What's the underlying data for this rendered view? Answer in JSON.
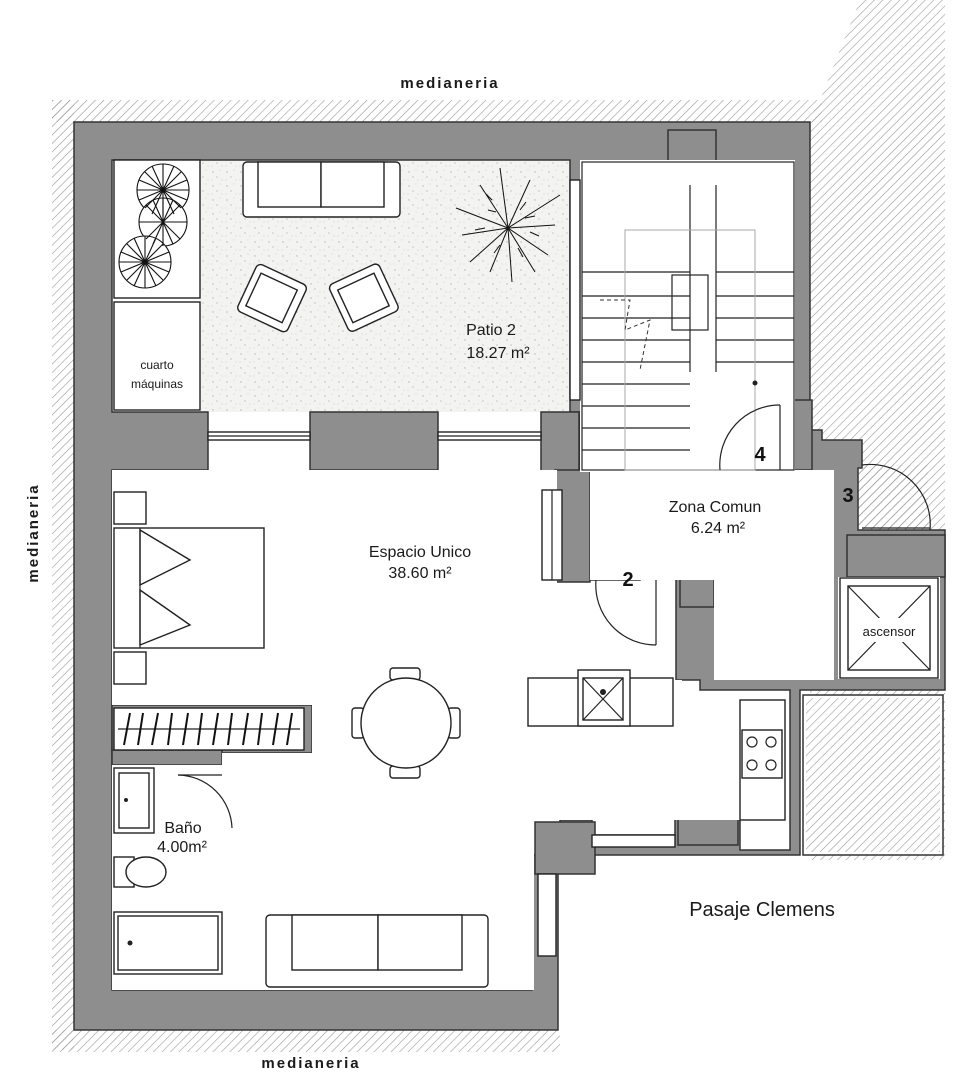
{
  "plan": {
    "labels": {
      "medianeria_top": "medianeria",
      "medianeria_left": "medianeria",
      "medianeria_bottom": "medianeria",
      "patio_name": "Patio 2",
      "patio_area": "18.27 m²",
      "cuarto_line1": "cuarto",
      "cuarto_line2": "máquinas",
      "espacio_name": "Espacio Unico",
      "espacio_area": "38.60 m²",
      "zona_name": "Zona Comun",
      "zona_area": "6.24 m²",
      "bano_name": "Baño",
      "bano_area": "4.00m²",
      "ascensor": "ascensor",
      "pasaje": "Pasaje Clemens",
      "door_2": "2",
      "door_3": "3",
      "door_4": "4"
    },
    "colors": {
      "wall": "#8e8e8e",
      "patio_floor": "#f0f0ee",
      "hatch": "#9a9a9a"
    }
  }
}
